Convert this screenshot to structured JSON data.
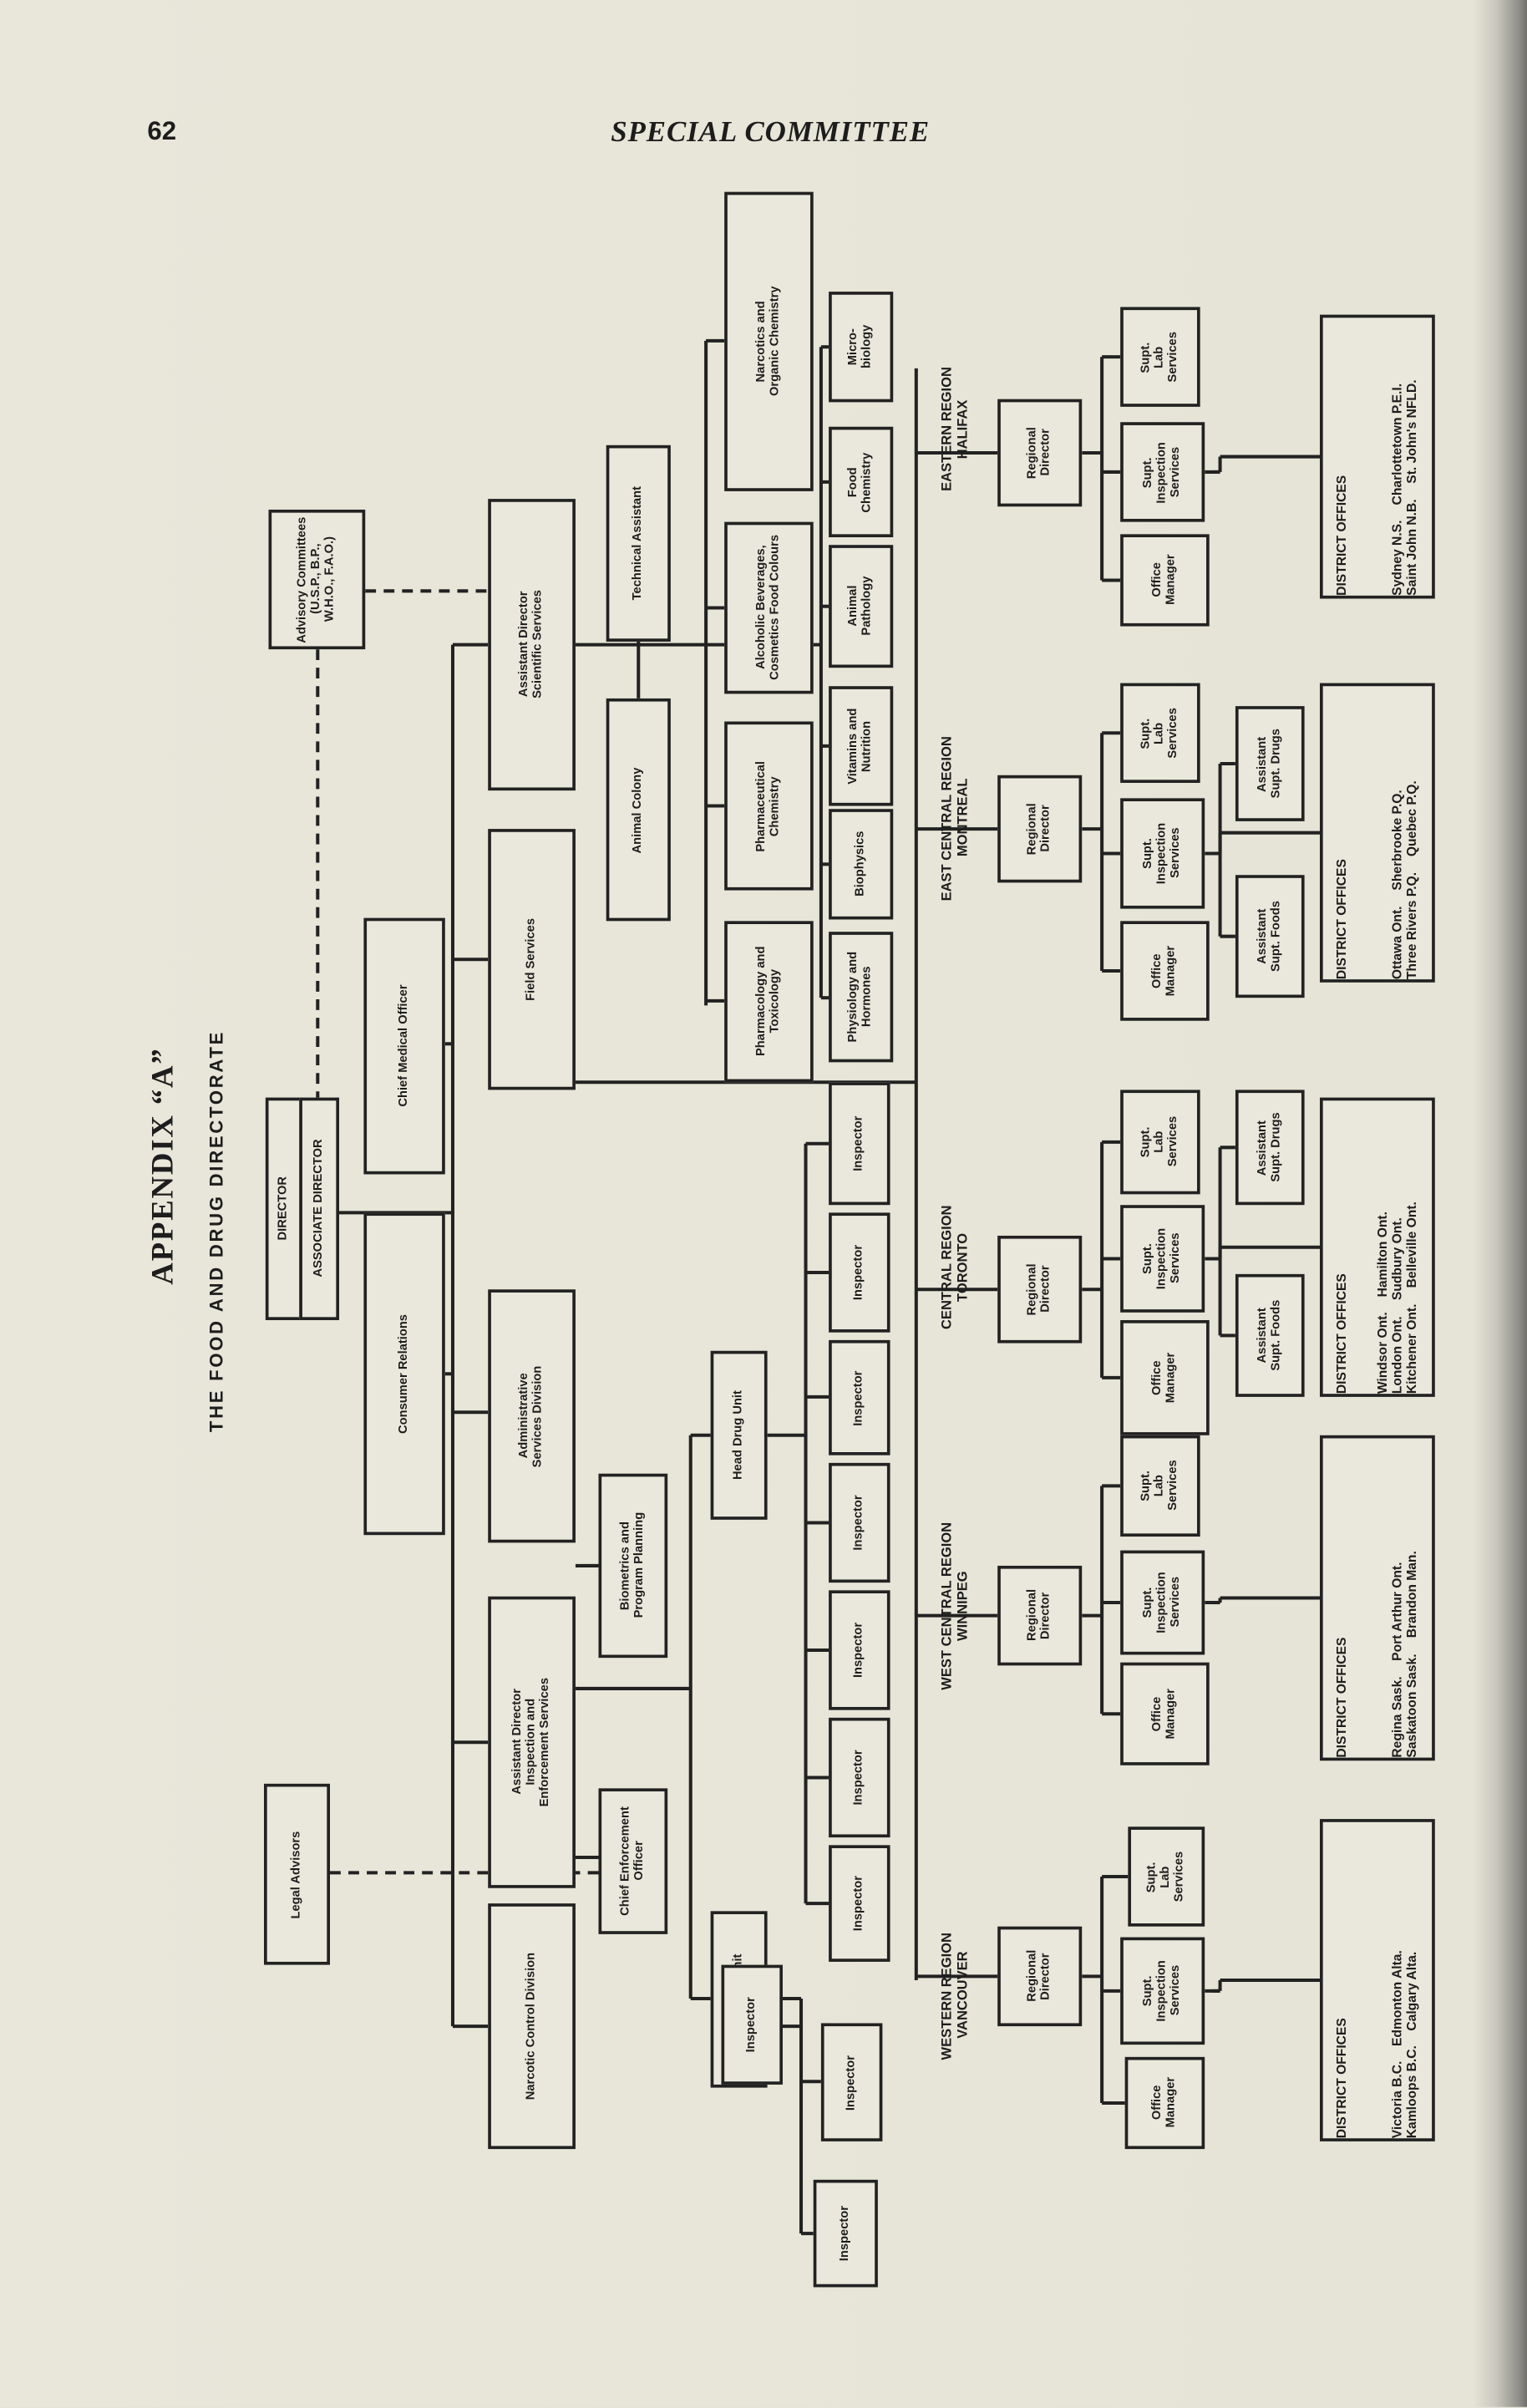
{
  "header": {
    "page_number": "62",
    "title": "SPECIAL COMMITTEE"
  },
  "appendix": {
    "title": "APPENDIX “A”",
    "subtitle": "THE FOOD AND DRUG DIRECTORATE"
  },
  "org": {
    "advisory": "Advisory Committees\n(U.S.P., B.P.,\nW.H.O., F.A.O.)",
    "director": "DIRECTOR",
    "associate_director": "ASSOCIATE DIRECTOR",
    "chief_medical_officer": "Chief Medical Officer",
    "consumer_relations": "Consumer Relations",
    "legal_advisors": "Legal Advisors",
    "asst_dir_scientific": "Assistant Director\nScientific Services",
    "field_services": "Field Services",
    "administrative_services": "Administrative\nServices Division",
    "asst_dir_inspection": "Assistant Director\nInspection and\nEnforcement Services",
    "narcotic_control": "Narcotic Control Division",
    "biometrics": "Biometrics and\nProgram Planning",
    "chief_enforcement": "Chief Enforcement\nOfficer",
    "technical_assistant": "Technical Assistant",
    "animal_colony": "Animal Colony",
    "head_drug_unit": "Head Drug Unit",
    "head_food_unit": "Head Food Unit",
    "divisions": [
      "Narcotics and\nOrganic Chemistry",
      "Alcoholic Beverages,\nCosmetics Food Colours",
      "Pharmaceutical\nChemistry",
      "Pharmacology and\nToxicology",
      "Micro-\nbiology",
      "Food\nChemistry",
      "Animal\nPathology",
      "Vitamins and\nNutrition",
      "Biophysics",
      "Physiology and\nHormones"
    ],
    "inspectors": [
      "Inspector",
      "Inspector",
      "Inspector",
      "Inspector",
      "Inspector",
      "Inspector",
      "Inspector",
      "Inspector",
      "Inspector",
      "Inspector"
    ]
  },
  "regions": [
    {
      "name": "EASTERN REGION\nHALIFAX",
      "director": "Regional\nDirector",
      "office_manager": "Office\nManager",
      "supt_inspection": "Supt.\nInspection\nServices",
      "supt_lab": "Supt.\nLab\nServices",
      "district": {
        "title": "DISTRICT OFFICES",
        "rows": [
          [
            "Sydney N.S.",
            "Charlottetown P.E.I."
          ],
          [
            "Saint John N.B.",
            "St. John's NFLD."
          ]
        ]
      }
    },
    {
      "name": "EAST CENTRAL REGION\nMONTREAL",
      "director": "Regional\nDirector",
      "office_manager": "Office\nManager",
      "supt_inspection": "Supt.\nInspection\nServices",
      "supt_lab": "Supt.\nLab\nServices",
      "asst_drugs": "Assistant\nSupt. Drugs",
      "asst_foods": "Assistant\nSupt. Foods",
      "district": {
        "title": "DISTRICT OFFICES",
        "rows": [
          [
            "Ottawa Ont.",
            "Sherbrooke P.Q."
          ],
          [
            "Three Rivers P.Q.",
            "Quebec P.Q."
          ]
        ]
      }
    },
    {
      "name": "CENTRAL REGION\nTORONTO",
      "director": "Regional\nDirector",
      "office_manager": "Office\nManager",
      "supt_inspection": "Supt.\nInspection\nServices",
      "supt_lab": "Supt.\nLab\nServices",
      "asst_drugs": "Assistant\nSupt. Drugs",
      "asst_foods": "Assistant\nSupt. Foods",
      "district": {
        "title": "DISTRICT OFFICES",
        "rows": [
          [
            "Windsor Ont.",
            "Hamilton Ont."
          ],
          [
            "London Ont.",
            "Sudbury Ont."
          ],
          [
            "Kitchener Ont.",
            "Belleville Ont."
          ]
        ]
      }
    },
    {
      "name": "WEST CENTRAL REGION\nWINNIPEG",
      "director": "Regional\nDirector",
      "office_manager": "Office\nManager",
      "supt_inspection": "Supt.\nInspection\nServices",
      "supt_lab": "Supt.\nLab\nServices",
      "district": {
        "title": "DISTRICT OFFICES",
        "rows": [
          [
            "Regina Sask.",
            "Port Arthur Ont."
          ],
          [
            "Saskatoon Sask.",
            "Brandon Man."
          ]
        ]
      }
    },
    {
      "name": "WESTERN REGION\nVANCOUVER",
      "director": "Regional\nDirector",
      "office_manager": "Office\nManager",
      "supt_inspection": "Supt.\nInspection\nServices",
      "supt_lab": "Supt.\nLab\nServices",
      "district": {
        "title": "DISTRICT OFFICES",
        "rows": [
          [
            "Victoria B.C.",
            "Edmonton Alta."
          ],
          [
            "Kamloops B.C.",
            "Calgary Alta."
          ]
        ]
      }
    }
  ]
}
